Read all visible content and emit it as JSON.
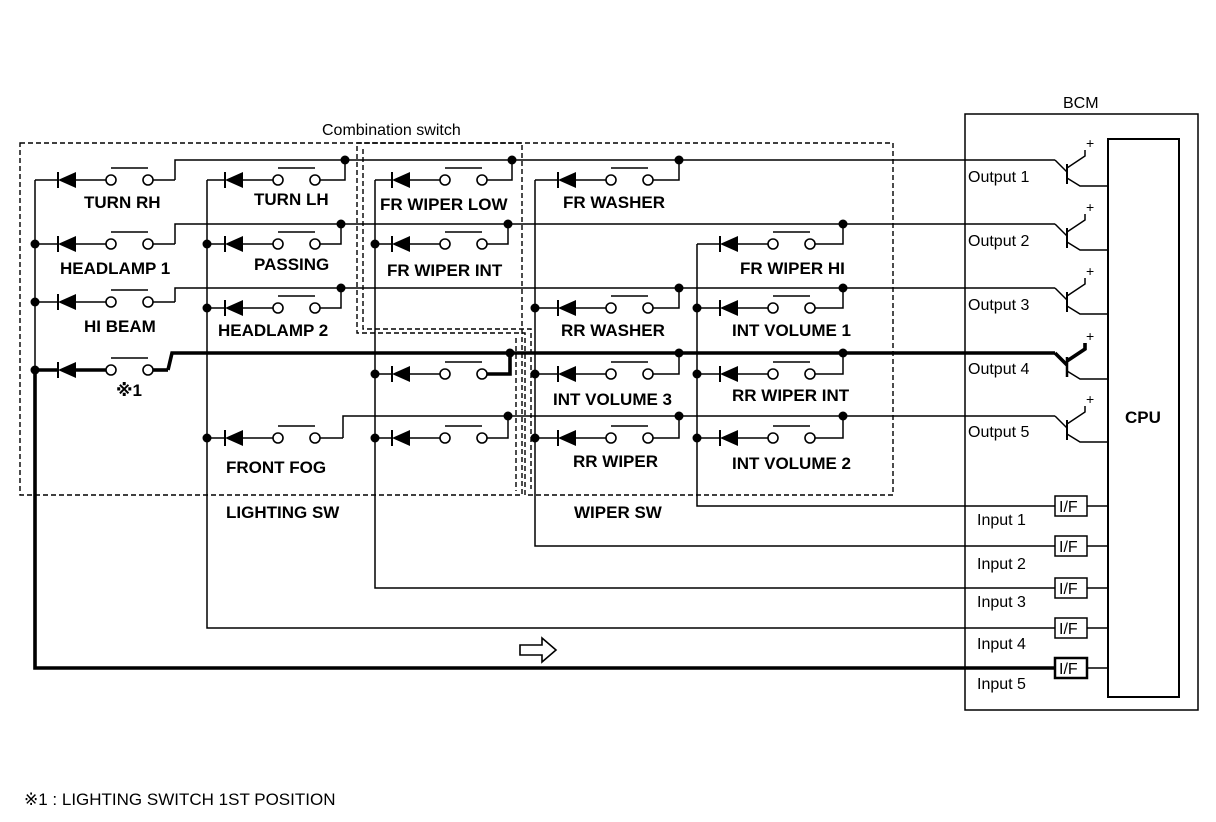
{
  "titles": {
    "combination_switch": "Combination switch",
    "bcm": "BCM",
    "cpu": "CPU",
    "lighting_sw": "LIGHTING SW",
    "wiper_sw": "WIPER SW"
  },
  "switches": {
    "turn_rh": "TURN RH",
    "turn_lh": "TURN LH",
    "headlamp_1": "HEADLAMP 1",
    "passing": "PASSING",
    "hi_beam": "HI BEAM",
    "headlamp_2": "HEADLAMP 2",
    "lighting_1st": "※1",
    "front_fog": "FRONT FOG",
    "fr_wiper_low": "FR WIPER LOW",
    "fr_washer": "FR WASHER",
    "fr_wiper_int": "FR WIPER INT",
    "fr_wiper_hi": "FR WIPER HI",
    "rr_washer": "RR WASHER",
    "int_volume_1": "INT VOLUME 1",
    "int_volume_3": "INT VOLUME 3",
    "rr_wiper_int": "RR WIPER INT",
    "rr_wiper": "RR WIPER",
    "int_volume_2": "INT VOLUME 2"
  },
  "outputs": [
    "Output 1",
    "Output 2",
    "Output 3",
    "Output 4",
    "Output 5"
  ],
  "inputs": [
    "Input 1",
    "Input 2",
    "Input 3",
    "Input 4",
    "Input 5"
  ],
  "interface_label": "I/F",
  "footnote": "※1 : LIGHTING SWITCH 1ST POSITION"
}
